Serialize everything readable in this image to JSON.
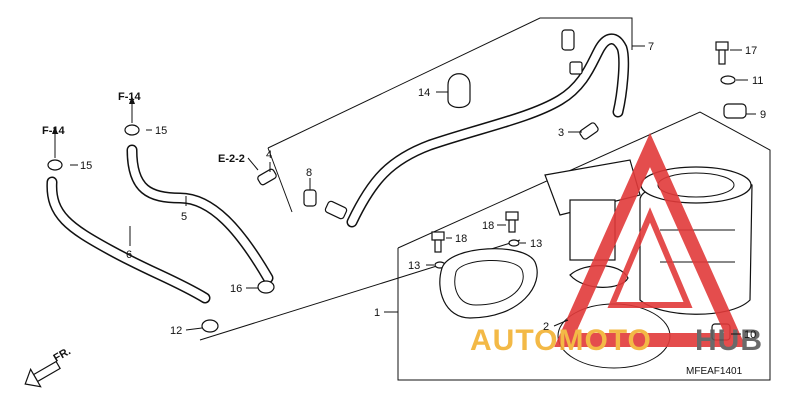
{
  "colors": {
    "line": "#111111",
    "watermark_red": "#e23a3a",
    "watermark_orange": "#f2b233",
    "watermark_gray": "#5a5a5a"
  },
  "callouts": {
    "c1": "1",
    "c2": "2",
    "c3": "3",
    "c4": "4",
    "c5": "5",
    "c6": "6",
    "c7": "7",
    "c8": "8",
    "c9": "9",
    "c10": "10",
    "c11": "11",
    "c12": "12",
    "c13a": "13",
    "c13b": "13",
    "c14": "14",
    "c15a": "15",
    "c15b": "15",
    "c16": "16",
    "c17": "17",
    "c18a": "18",
    "c18b": "18"
  },
  "refs": {
    "f14_left": "F-14",
    "f14_mid": "F-14",
    "e22": "E-2-2"
  },
  "direction": {
    "label": "FR."
  },
  "diagram_code": "MFEAF1401",
  "watermark": {
    "part1": "AUTOMOTO",
    "part2": "HUB",
    "logo_icon": "triangle-logo-icon"
  }
}
